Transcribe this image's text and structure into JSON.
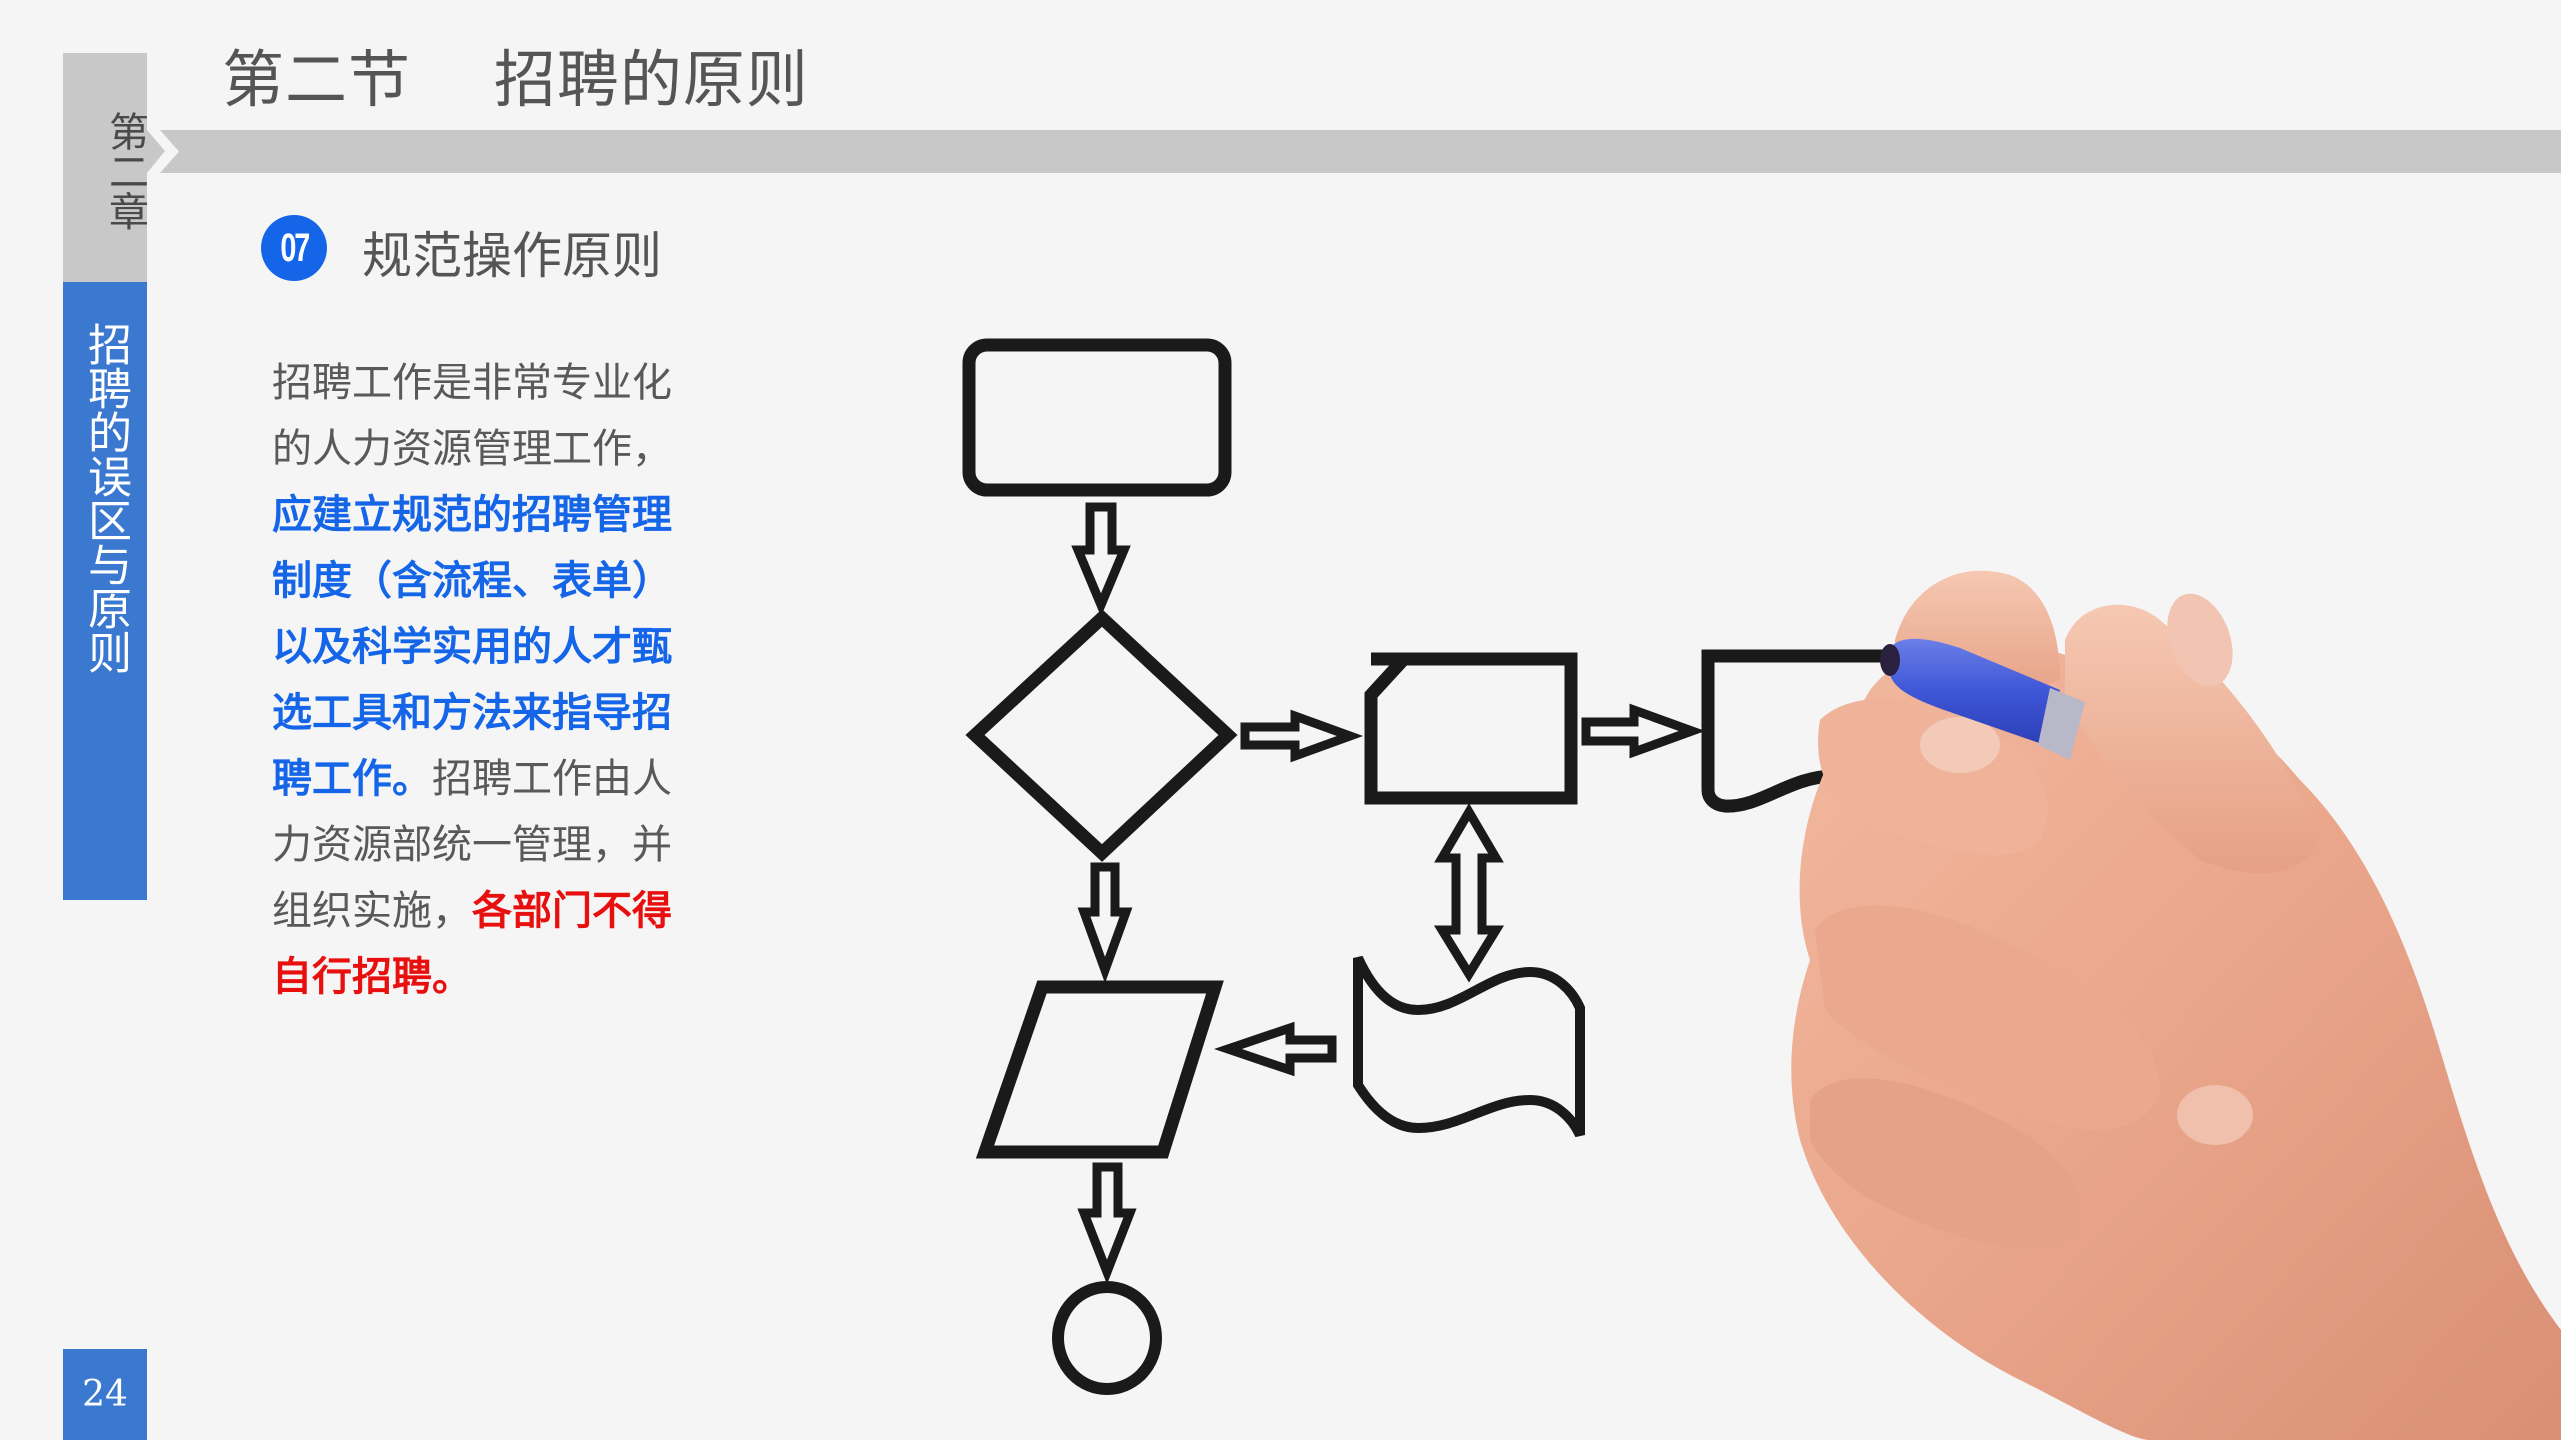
{
  "chapter": {
    "label": "第二章",
    "section_label": "招聘的误区与原则"
  },
  "header": {
    "title": "第二节    招聘的原则"
  },
  "subsection": {
    "number": "07",
    "title": "规范操作原则"
  },
  "body": {
    "segments": [
      {
        "text": "招聘工作是非常专业化的人力资源管理工作，",
        "style": "normal"
      },
      {
        "text": "应建立规范的招聘管理制度（含流程、表单）以及科学实用的人才甄选工具和方法来指导招聘工作。",
        "style": "blue"
      },
      {
        "text": "招聘工作由人力资源部统一管理，并组织实施，",
        "style": "normal"
      },
      {
        "text": "各部门不得自行招聘。",
        "style": "red"
      }
    ]
  },
  "page": {
    "number": "24"
  },
  "colors": {
    "background": "#f5f5f5",
    "gray_panel": "#c8c8c8",
    "sidebar_blue": "#3b78d0",
    "accent_blue": "#1565e8",
    "emphasis_red": "#e8100f",
    "text_gray": "#595959"
  },
  "illustration": {
    "description": "hand-drawn flowchart with hand holding blue marker",
    "shapes": [
      "rounded-rectangle",
      "decision-diamond",
      "card",
      "document",
      "punched-tape",
      "data-parallelogram",
      "terminal-circle"
    ]
  }
}
